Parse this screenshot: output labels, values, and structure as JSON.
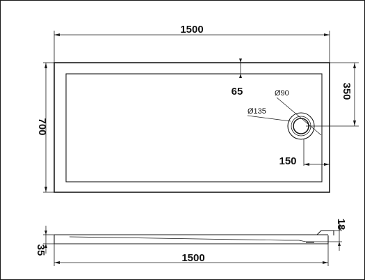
{
  "top_view": {
    "length_label": "1500",
    "width_label": "700",
    "waste_offset_label": "350",
    "rim_label": "65",
    "waste_inner_label": "Ø90",
    "waste_outer_label": "Ø135",
    "waste_edge_label": "150"
  },
  "side_view": {
    "height_label": "35",
    "lip_label": "18",
    "length_label": "1500"
  }
}
